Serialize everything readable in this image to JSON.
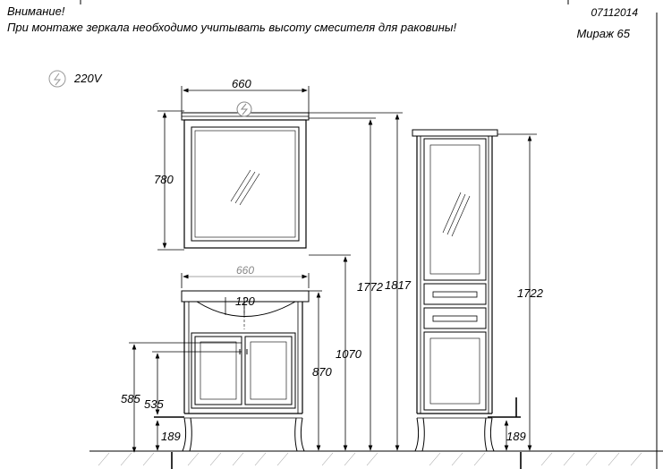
{
  "header": {
    "notice_title": "Внимание!",
    "notice_text": "При монтаже зеркала необходимо учитывать высоту смесителя для раковины!",
    "doc_code": "07112014",
    "model": "Мираж  65"
  },
  "power_label": "220V",
  "dimensions": {
    "mirror_width": "660",
    "mirror_height": "780",
    "sink_width": "660",
    "drain_offset": "120",
    "mirror_top_height": "1772",
    "tall_total_height": "1817",
    "cabinet_total_height": "1070",
    "countertop_height": "870",
    "pipe_height_left": "585",
    "pipe_height_right": "535",
    "leg_height": "189",
    "column_height": "1722",
    "column_leg_height": "189"
  }
}
